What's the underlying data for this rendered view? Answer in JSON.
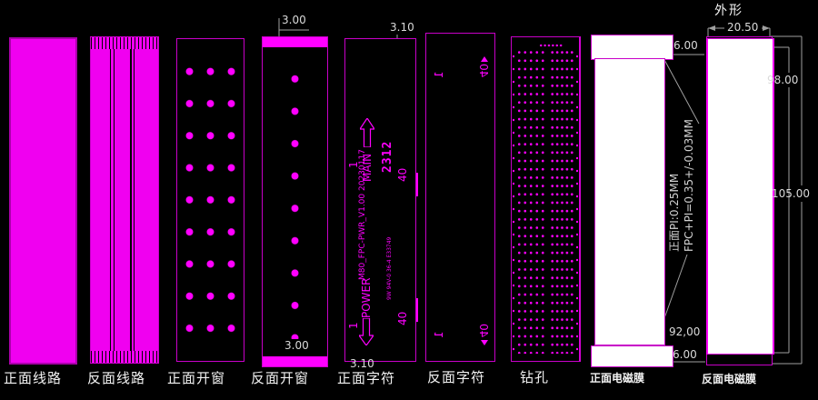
{
  "colors": {
    "background": "#000000",
    "trace_magenta": "#FF00FF",
    "outline_magenta": "#C800C8",
    "dimension_gray": "#A0A0A0",
    "text_white": "#F2F2F2"
  },
  "notes": {
    "front_pi": "正面PI:0.25MM",
    "stackup": "FPC+PI=0.35+/-0.03MM"
  },
  "panels": [
    {
      "label": "正面线路"
    },
    {
      "label": "反面线路"
    },
    {
      "label": "正面开窗"
    },
    {
      "label": "反面开窗",
      "dim_top": "3.00",
      "dim_bottom": "3.00"
    },
    {
      "label": "正面字符",
      "dim_top": "3.10",
      "dim_bottom": "3.10",
      "texts": {
        "pin1_top": "1",
        "main_label": "MAIN",
        "pin40_top": "40",
        "date_code": "2312",
        "part_number": "M80_FPC-PWR_V1.00  20230117",
        "ul_marking": "9W 94V-0 36-4 E33749",
        "power_label": "POWER",
        "pin1_bottom": "1",
        "pin40_bottom": "40"
      }
    },
    {
      "label": "反面字符",
      "texts": {
        "pin1_top": "1",
        "pin40_top": "40",
        "pin1_bottom": "1",
        "pin40_bottom": "40"
      }
    },
    {
      "label": "钻孔"
    },
    {
      "label": "正面电磁膜",
      "dims": {
        "top_band": "6.00",
        "body_height": "92,00",
        "bottom_band": "6.00"
      }
    },
    {
      "label": "反面电磁膜",
      "dims": {
        "title": "外形",
        "width": "20.50",
        "film_height": "98.00",
        "outline_height": "105.00"
      }
    }
  ]
}
